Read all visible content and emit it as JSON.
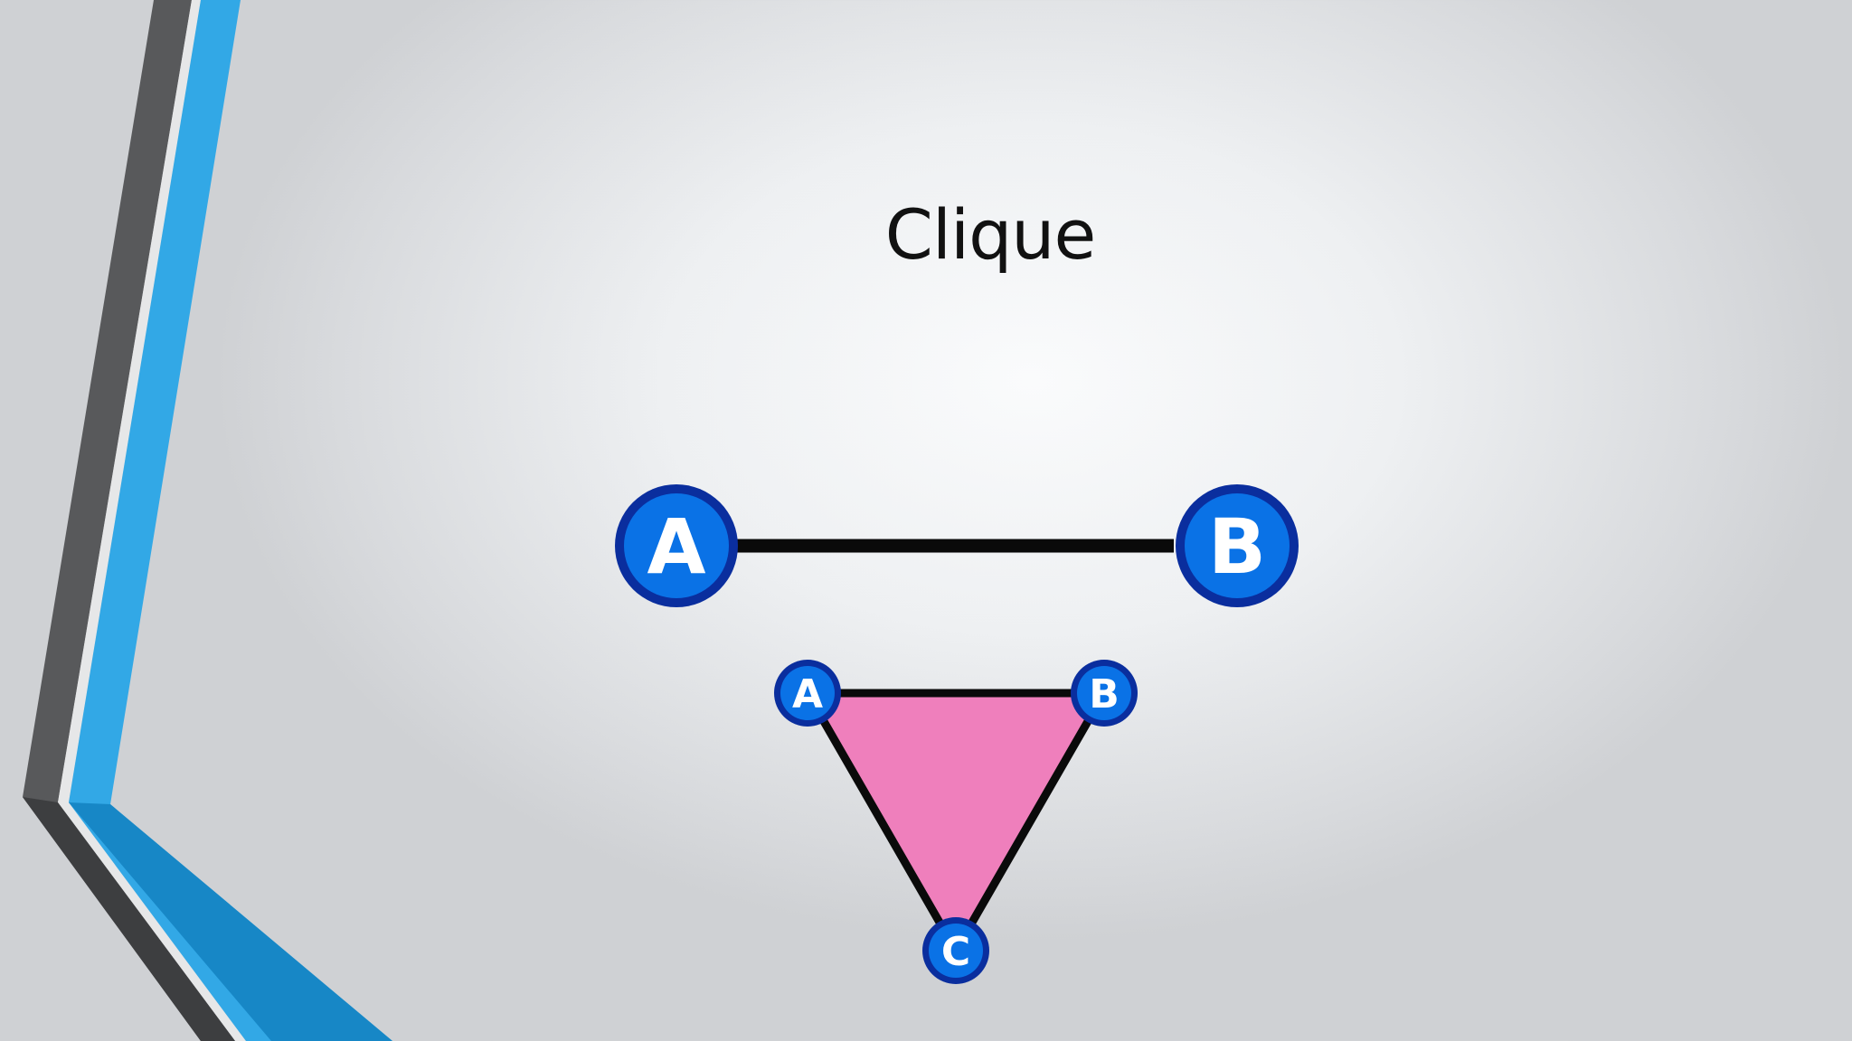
{
  "slide": {
    "title": "Clique"
  },
  "colors": {
    "accent_blue": "#32a8e6",
    "dark_gray": "#58595b",
    "node_fill": "#0a72e6",
    "node_ring": "#0a2e9e",
    "triangle_fill": "#ef7fbc",
    "edge": "#0a0a0a"
  },
  "diagram_top": {
    "nodes": [
      {
        "label": "A"
      },
      {
        "label": "B"
      }
    ]
  },
  "diagram_bottom": {
    "nodes": [
      {
        "label": "A"
      },
      {
        "label": "B"
      },
      {
        "label": "C"
      }
    ]
  }
}
